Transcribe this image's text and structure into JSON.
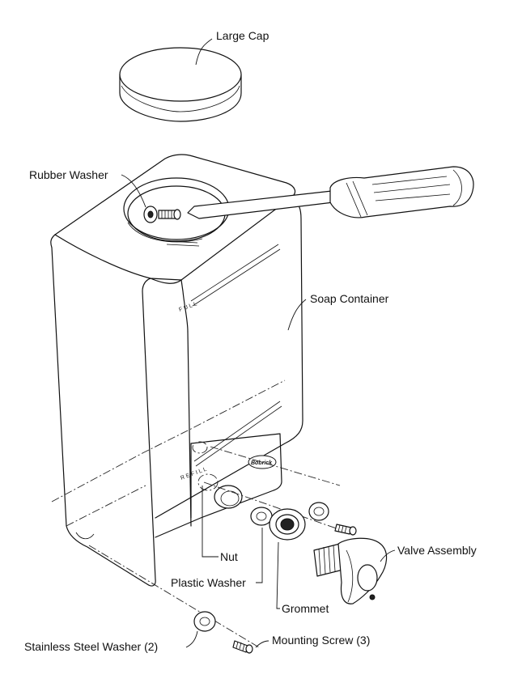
{
  "labels": {
    "large_cap": "Large Cap",
    "rubber_washer": "Rubber Washer",
    "soap_container": "Soap Container",
    "valve_assembly": "Valve Assembly",
    "nut": "Nut",
    "plastic_washer": "Plastic Washer",
    "grommet": "Grommet",
    "stainless_steel_washer": "Stainless Steel Washer (2)",
    "mounting_screw": "Mounting Screw (3)"
  },
  "container_marks": {
    "full": "FULL",
    "refill": "REFILL",
    "brand": "Bobrick"
  }
}
